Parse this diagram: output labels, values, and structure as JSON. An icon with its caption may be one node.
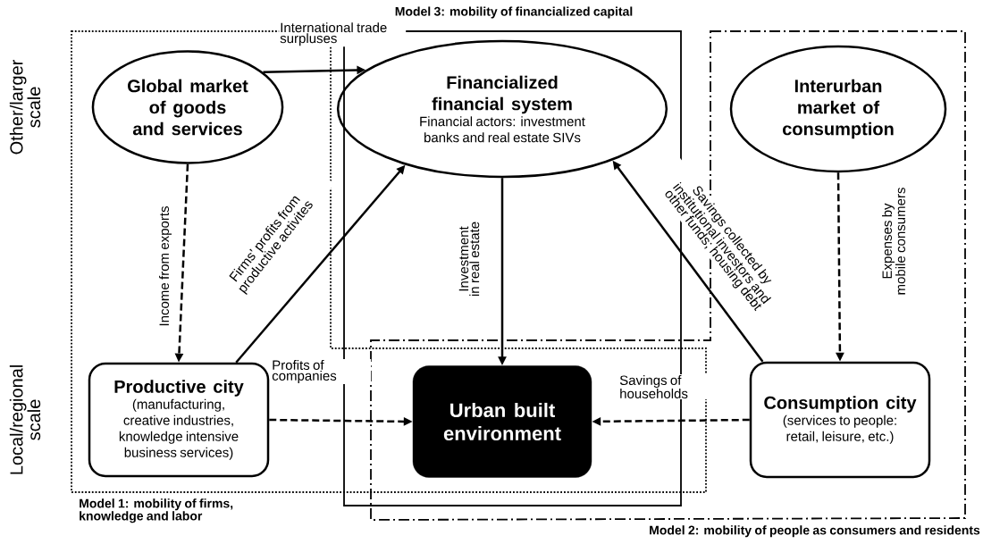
{
  "diagram": {
    "nodes": [
      {
        "text": [
          "Global market of goods and services"
        ]
      },
      {
        "text": [
          "Financialized financial system",
          "Financial actors: investment banks and real estate SIVs"
        ]
      },
      {
        "text": [
          "Interurban market of consumption"
        ]
      },
      {
        "text": [
          "Productive city",
          "(manufacturing, creative industries, knowledge intensive business services)"
        ]
      },
      {
        "text": [
          "Urban built environment"
        ]
      },
      {
        "text": [
          "Consumption city",
          "(services to people: retail, leisure, etc.)"
        ]
      }
    ],
    "edges": [
      {
        "from": 0,
        "to": 1,
        "arrow": "to",
        "label": "International trade surpluses"
      },
      {
        "from": 0,
        "to": 3,
        "arrow": "to",
        "label": "Income from exports",
        "style": "dashed"
      },
      {
        "from": 3,
        "to": 1,
        "arrow": "to",
        "label": "Firms’ profits from productive activites"
      },
      {
        "from": 1,
        "to": 4,
        "arrow": "to",
        "label": "Investment in real estate"
      },
      {
        "from": 5,
        "to": 1,
        "arrow": "to",
        "label": "Savings collected by institutional investors and other funds; housing debt"
      },
      {
        "from": 2,
        "to": 5,
        "arrow": "to",
        "label": "Expenses by mobile consumers",
        "style": "dashed"
      },
      {
        "from": 3,
        "to": 4,
        "arrow": "to",
        "label": "Profits of companies",
        "style": "dashed"
      },
      {
        "from": 5,
        "to": 4,
        "arrow": "to",
        "label": "Savings of households",
        "style": "dashed"
      }
    ],
    "labels": [
      "Model 3: mobility of financialized capital",
      "Other/larger scale",
      "Local/regional scale",
      "Model 1: mobility of firms, knowledge and labor",
      "Model 2: mobility of people as consumers and residents"
    ]
  }
}
